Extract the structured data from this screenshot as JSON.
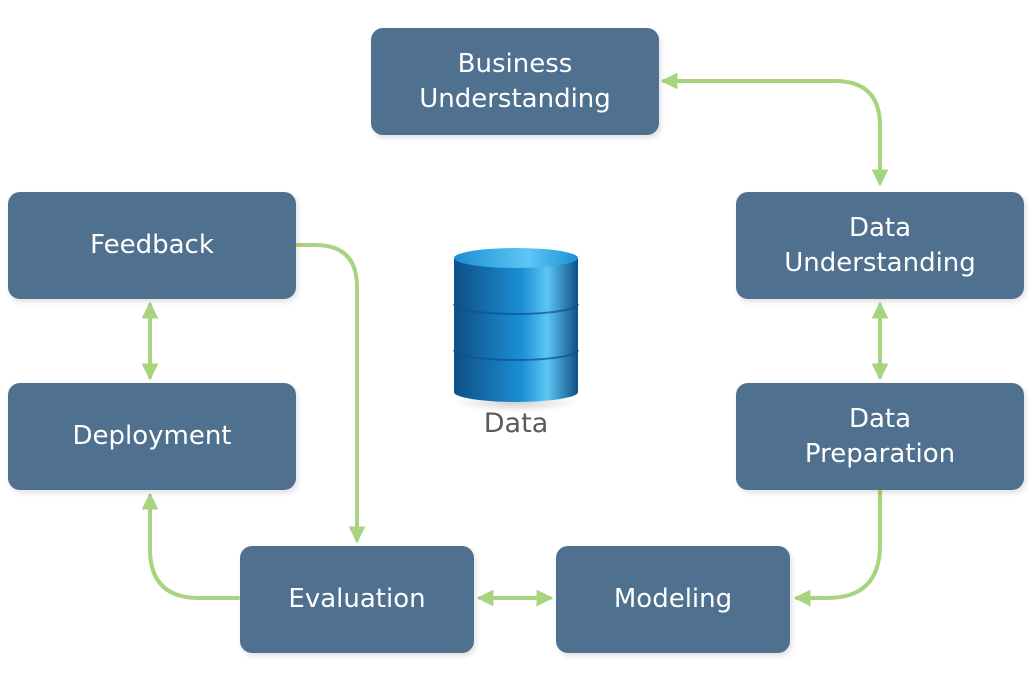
{
  "colors": {
    "box": "#50708f",
    "box_text": "#ffffff",
    "arrow": "#a8d47f",
    "db_dark": "#0f4f86",
    "db_mid": "#1c8fd6",
    "db_light": "#5cc6f5",
    "label": "#5a5a5a"
  },
  "stages": {
    "business_understanding": "Business\nUnderstanding",
    "data_understanding": "Data\nUnderstanding",
    "data_preparation": "Data\nPreparation",
    "modeling": "Modeling",
    "evaluation": "Evaluation",
    "deployment": "Deployment",
    "feedback": "Feedback"
  },
  "center": {
    "icon": "database-icon",
    "label": "Data"
  },
  "connections": [
    {
      "from": "business_understanding",
      "to": "data_understanding",
      "style": "two-way"
    },
    {
      "from": "data_understanding",
      "to": "data_preparation",
      "style": "two-way"
    },
    {
      "from": "data_preparation",
      "to": "modeling",
      "style": "one-way"
    },
    {
      "from": "modeling",
      "to": "evaluation",
      "style": "two-way"
    },
    {
      "from": "evaluation",
      "to": "deployment",
      "style": "one-way"
    },
    {
      "from": "deployment",
      "to": "feedback",
      "style": "two-way"
    },
    {
      "from": "feedback",
      "to": "evaluation",
      "style": "one-way"
    }
  ]
}
